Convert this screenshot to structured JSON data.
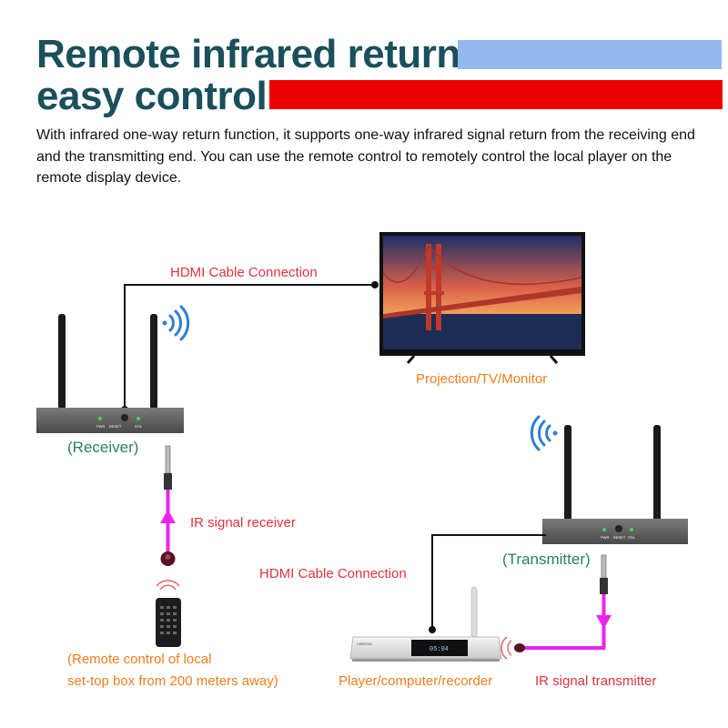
{
  "header": {
    "title_line1": "Remote infrared return",
    "title_line2": "easy control",
    "description": "With infrared one-way return function, it supports one-way infrared signal return from the receiving end and the transmitting end. You can use the remote control to remotely control the local player on the remote display device.",
    "accent_blue": "#93b8f0",
    "accent_red": "#ee0000"
  },
  "diagram": {
    "hdmi_top_label": "HDMI Cable Connection",
    "tv_label": "Projection/TV/Monitor",
    "receiver_label": "(Receiver)",
    "ir_receiver_label": "IR signal receiver",
    "remote_label_line1": "(Remote control of local",
    "remote_label_line2": "set-top box from 200 meters away)",
    "transmitter_label": "(Transmitter)",
    "hdmi_bottom_label": "HDMI Cable Connection",
    "player_label": "Player/computer/recorder",
    "ir_transmitter_label": "IR signal transmitter",
    "device_leds": [
      "PWR",
      "RESET",
      "STA"
    ],
    "player_display": "05:04",
    "player_brand": "HIMEDIA",
    "cable_color": "#ee22ee",
    "wifi_color": "#2f7fd6"
  }
}
